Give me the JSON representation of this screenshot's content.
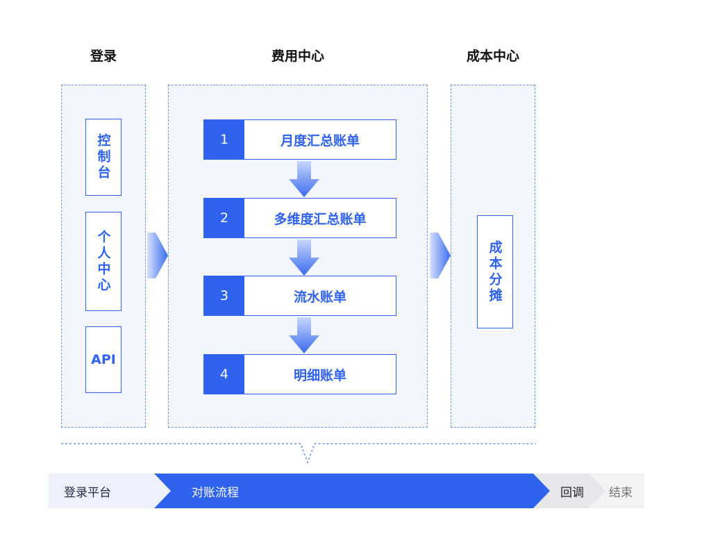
{
  "columns": {
    "login": {
      "title": "登录",
      "items": [
        "控制台",
        "个人中心",
        "API"
      ]
    },
    "billing": {
      "title": "费用中心",
      "steps": [
        {
          "num": "1",
          "label": "月度汇总账单"
        },
        {
          "num": "2",
          "label": "多维度汇总账单"
        },
        {
          "num": "3",
          "label": "流水账单"
        },
        {
          "num": "4",
          "label": "明细账单"
        }
      ]
    },
    "cost": {
      "title": "成本中心",
      "items": [
        "成本分摊"
      ]
    }
  },
  "flow": {
    "stages": [
      "登录平台",
      "对账流程",
      "回调",
      "结束"
    ]
  },
  "colors": {
    "accent": "#2f63ee",
    "panel_bg": "#f3f6fd",
    "panel_border": "#6e94e8",
    "flow_light": "#eef1fb",
    "flow_grey": "#e6e7ea",
    "flow_lightgrey": "#f2f3f5"
  }
}
